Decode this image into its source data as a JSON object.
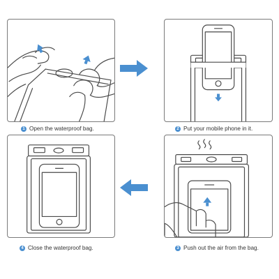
{
  "colors": {
    "accent": "#4a8fd0",
    "line": "#4a4a4a",
    "frame": "#7a7a7a",
    "text": "#333333"
  },
  "steps": [
    {
      "number": "1",
      "text": "Open the waterproof bag."
    },
    {
      "number": "2",
      "text": "Put your mobile phone in it."
    },
    {
      "number": "3",
      "text": "Push out the air from the bag."
    },
    {
      "number": "4",
      "text": "Close the waterproof bag."
    }
  ],
  "icons": [
    "arrow-up-icon",
    "arrow-down-icon",
    "wavy-air-icon",
    "arrow-right-icon",
    "arrow-left-icon"
  ]
}
